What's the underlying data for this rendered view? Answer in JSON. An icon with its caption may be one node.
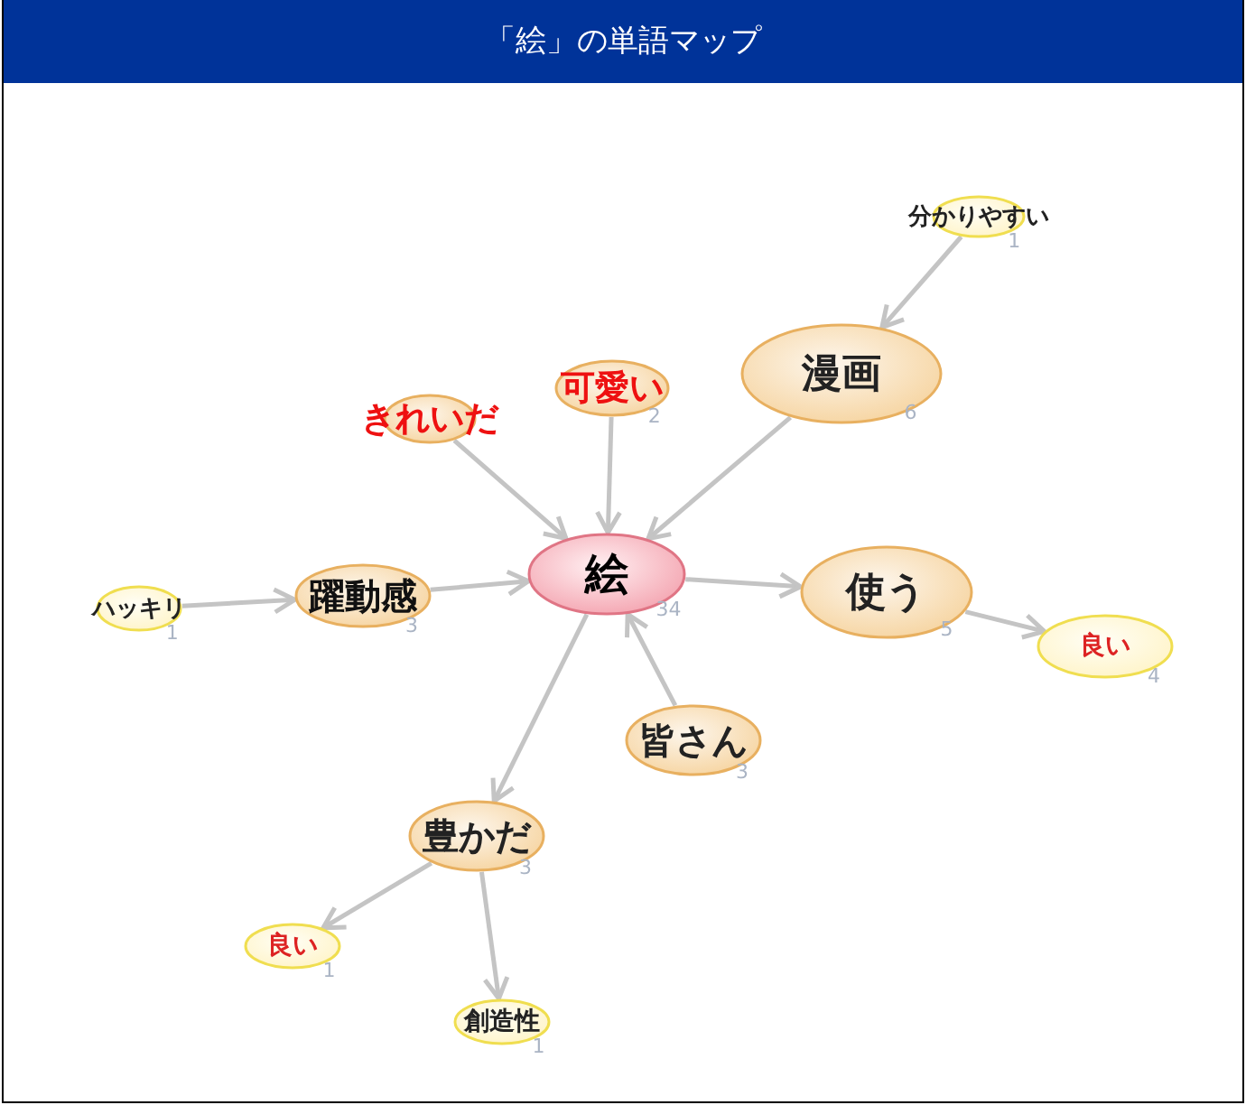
{
  "diagram": {
    "title": "「絵」の単語マップ",
    "nodes": [
      {
        "text": [
          "絵"
        ],
        "beside": [
          "34"
        ]
      },
      {
        "text": [
          "分かりやすい"
        ],
        "beside": [
          "1"
        ]
      },
      {
        "text": [
          "漫画"
        ],
        "beside": [
          "6"
        ]
      },
      {
        "text": [
          "きれいだ"
        ]
      },
      {
        "text": [
          "可愛い"
        ],
        "beside": [
          "2"
        ]
      },
      {
        "text": [
          "ハッキリ"
        ],
        "beside": [
          "1"
        ]
      },
      {
        "text": [
          "躍動感"
        ],
        "beside": [
          "3"
        ]
      },
      {
        "text": [
          "使う"
        ],
        "beside": [
          "5"
        ]
      },
      {
        "text": [
          "良い"
        ],
        "beside": [
          "4"
        ]
      },
      {
        "text": [
          "皆さん"
        ],
        "beside": [
          "3"
        ]
      },
      {
        "text": [
          "豊かだ"
        ],
        "beside": [
          "3"
        ]
      },
      {
        "text": [
          "良い"
        ],
        "beside": [
          "1"
        ]
      },
      {
        "text": [
          "創造性"
        ],
        "beside": [
          "1"
        ]
      }
    ],
    "edges": [
      {
        "from": 1,
        "to": 2,
        "arrow": "to"
      },
      {
        "from": 2,
        "to": 0,
        "arrow": "to"
      },
      {
        "from": 3,
        "to": 0,
        "arrow": "to"
      },
      {
        "from": 4,
        "to": 0,
        "arrow": "to"
      },
      {
        "from": 5,
        "to": 6,
        "arrow": "to"
      },
      {
        "from": 6,
        "to": 0,
        "arrow": "to"
      },
      {
        "from": 0,
        "to": 7,
        "arrow": "to"
      },
      {
        "from": 7,
        "to": 8,
        "arrow": "to"
      },
      {
        "from": 9,
        "to": 0,
        "arrow": "to"
      },
      {
        "from": 0,
        "to": 10,
        "arrow": "to"
      },
      {
        "from": 10,
        "to": 11,
        "arrow": "to"
      },
      {
        "from": 10,
        "to": 12,
        "arrow": "to"
      }
    ]
  }
}
